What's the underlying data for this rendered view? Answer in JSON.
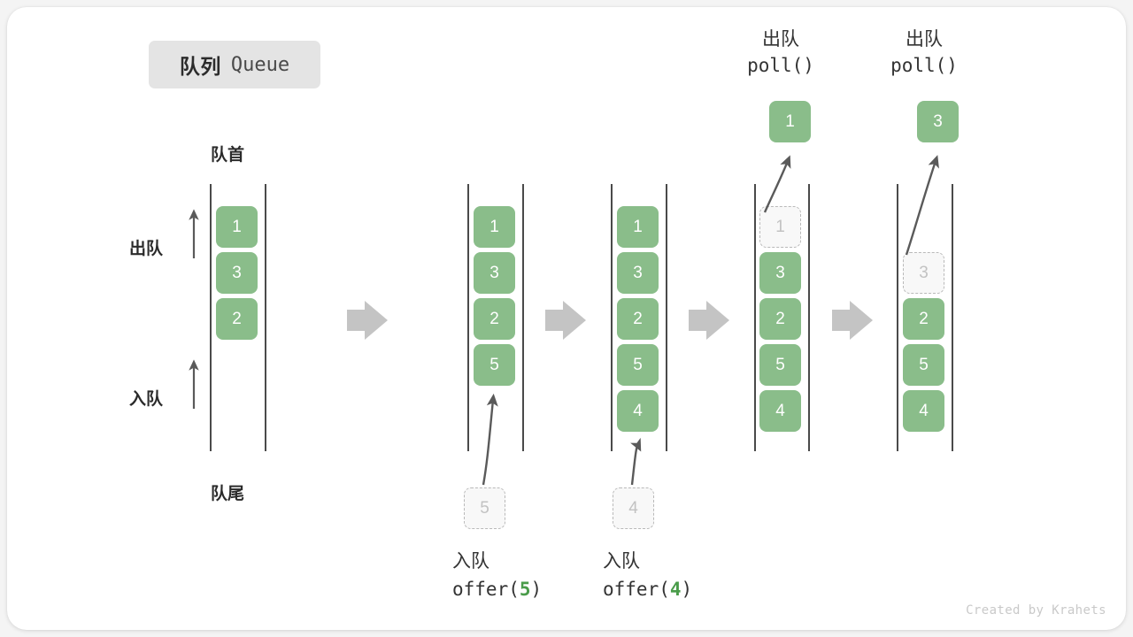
{
  "title": {
    "cn": "队列",
    "en": "Queue"
  },
  "side_labels": {
    "head": "队首",
    "tail": "队尾",
    "dequeue": "出队",
    "enqueue": "入队"
  },
  "credit": "Created by Krahets",
  "colors": {
    "element_green": "#8abd8a",
    "ghost_fill": "#f8f8f8",
    "ghost_border": "#b9b9b9",
    "rail": "#4a4a4a",
    "flow_arrow": "#c4c4c4",
    "text_dark": "#333333",
    "chip_bg": "#e4e4e4",
    "arg_green": "#4a9c4a",
    "credit_gray": "#c9c9c9"
  },
  "columns": [
    {
      "id": "state-initial",
      "cells": [
        {
          "value": "1",
          "state": "solid"
        },
        {
          "value": "3",
          "state": "solid"
        },
        {
          "value": "2",
          "state": "solid"
        }
      ],
      "header": null,
      "footer": null,
      "popped": null,
      "incoming": null
    },
    {
      "id": "state-after-offer-5",
      "cells": [
        {
          "value": "1",
          "state": "solid"
        },
        {
          "value": "3",
          "state": "solid"
        },
        {
          "value": "2",
          "state": "solid"
        },
        {
          "value": "5",
          "state": "solid"
        }
      ],
      "header": null,
      "footer": {
        "cn": "入队",
        "code_prefix": "offer(",
        "arg": "5",
        "code_suffix": ")"
      },
      "popped": null,
      "incoming": {
        "value": "5"
      }
    },
    {
      "id": "state-after-offer-4",
      "cells": [
        {
          "value": "1",
          "state": "solid"
        },
        {
          "value": "3",
          "state": "solid"
        },
        {
          "value": "2",
          "state": "solid"
        },
        {
          "value": "5",
          "state": "solid"
        },
        {
          "value": "4",
          "state": "solid"
        }
      ],
      "header": null,
      "footer": {
        "cn": "入队",
        "code_prefix": "offer(",
        "arg": "4",
        "code_suffix": ")"
      },
      "popped": null,
      "incoming": {
        "value": "4"
      }
    },
    {
      "id": "state-after-poll-1",
      "cells": [
        {
          "value": "1",
          "state": "ghost"
        },
        {
          "value": "3",
          "state": "solid"
        },
        {
          "value": "2",
          "state": "solid"
        },
        {
          "value": "5",
          "state": "solid"
        },
        {
          "value": "4",
          "state": "solid"
        }
      ],
      "header": {
        "cn": "出队",
        "code": "poll()"
      },
      "footer": null,
      "popped": {
        "value": "1"
      },
      "incoming": null
    },
    {
      "id": "state-after-poll-3",
      "cells": [
        {
          "value": "",
          "state": "empty"
        },
        {
          "value": "3",
          "state": "ghost"
        },
        {
          "value": "2",
          "state": "solid"
        },
        {
          "value": "5",
          "state": "solid"
        },
        {
          "value": "4",
          "state": "solid"
        }
      ],
      "header": {
        "cn": "出队",
        "code": "poll()"
      },
      "footer": null,
      "popped": {
        "value": "3"
      },
      "incoming": null
    }
  ]
}
